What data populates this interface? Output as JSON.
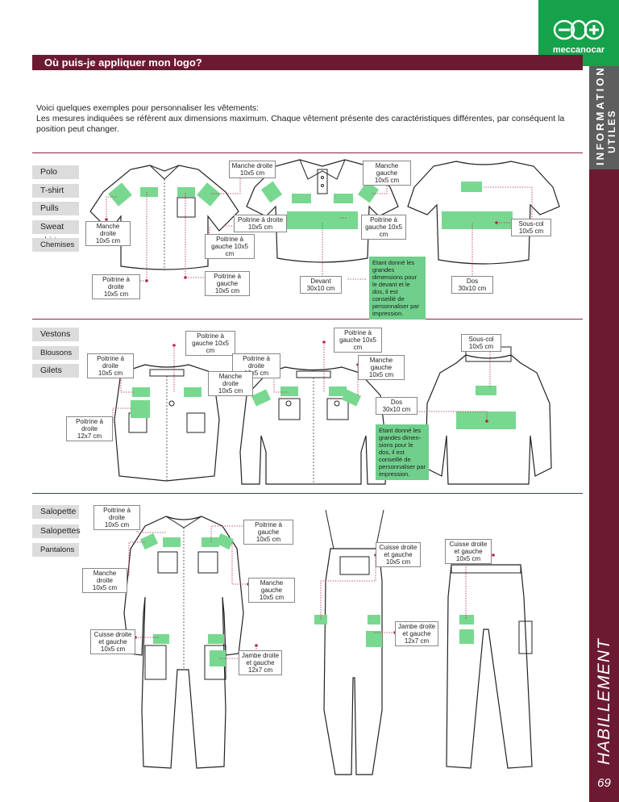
{
  "brand": {
    "name": "meccanocar",
    "color": "#16a24b"
  },
  "sidebar": {
    "info_line1": "INFORMATIONS",
    "info_line2": "UTILES",
    "section": "HABILLEMENT",
    "page": "69",
    "color": "#6b1a32"
  },
  "title": "Où puis-je appliquer mon logo?",
  "intro": {
    "line1": "Voici quelques exemples pour personnaliser les vêtements:",
    "line2": "Les mesures indiquées se réfèrent aux dimensions maximum. Chaque vêtement présente des caractéristiques différentes, par conséquent la position peut changer."
  },
  "sections": {
    "tops": {
      "categories": [
        "Polo",
        "T-shirt",
        "Pulls",
        "Sweat shirt",
        "Chemises"
      ],
      "labels": {
        "manche_droite_top": "Manche droite\n10x5 cm",
        "manche_gauche_top": "Manche gauche\n10x5 cm",
        "poitrine_droite_mid": "Poitrine à droite\n10x5 cm",
        "poitrine_gauche_mid": "Poitrine à\ngauche 10x5 cm",
        "sous_col": "Sous-col\n10x5 cm",
        "manche_droite_left": "Manche droite\n10x5 cm",
        "poitrine_gauche_low": "Poitrine à\ngauche 10x5 cm",
        "poitrine_droite_low": "Poitrine à droite\n10x5 cm",
        "poitrine_gauche_low2": "Poitrine à gauche\n10x5 cm",
        "devant": "Devant\n30x10 cm",
        "dos": "Dos\n30x10 cm"
      },
      "note": "Etant donné les grandes dimensions pour le devant et le dos, il est conseillé de personnaliser par impression."
    },
    "jackets": {
      "categories": [
        "Vestons",
        "Blousons",
        "Gilets"
      ],
      "labels": {
        "poitrine_gauche_a": "Poitrine à\ngauche 10x5 cm",
        "poitrine_gauche_b": "Poitrine à\ngauche 10x5 cm",
        "sous_col": "Sous-col\n10x5 cm",
        "poitrine_droite_a": "Poitrine à droite\n10x5 cm",
        "poitrine_droite_b": "Poitrine à droite\n10x5 cm",
        "manche_gauche": "Manche gauche\n10x5 cm",
        "manche_droite": "Manche droite\n10x5 cm",
        "dos": "Dos\n30x10 cm",
        "poitrine_droite_big": "Poitrine à droite\n12x7 cm"
      },
      "note": "Etant donné les grandes dimen-sions pour le dos, il est conseillé de personnaliser par impression."
    },
    "bottoms": {
      "categories": [
        "Salopette",
        "Salopettes",
        "Pantalons"
      ],
      "labels": {
        "poitrine_droite": "Poitrine à droite\n10x5 cm",
        "poitrine_gauche": "Poitrine à gauche\n10x5 cm",
        "cuisse_a": "Cuisse droite\net gauche\n10x5 cm",
        "cuisse_b": "Cuisse droite\net gauche\n10x5 cm",
        "manche_droite": "Manche droite\n10x5 cm",
        "manche_gauche": "Manche gauche\n10x5 cm",
        "jambe_a": "Jambe droite\net gauche\n12x7 cm",
        "cuisse_c": "Cuisse droite\net gauche\n10x5 cm",
        "jambe_b": "Jambe droite\net gauche\n12x7 cm"
      }
    }
  }
}
